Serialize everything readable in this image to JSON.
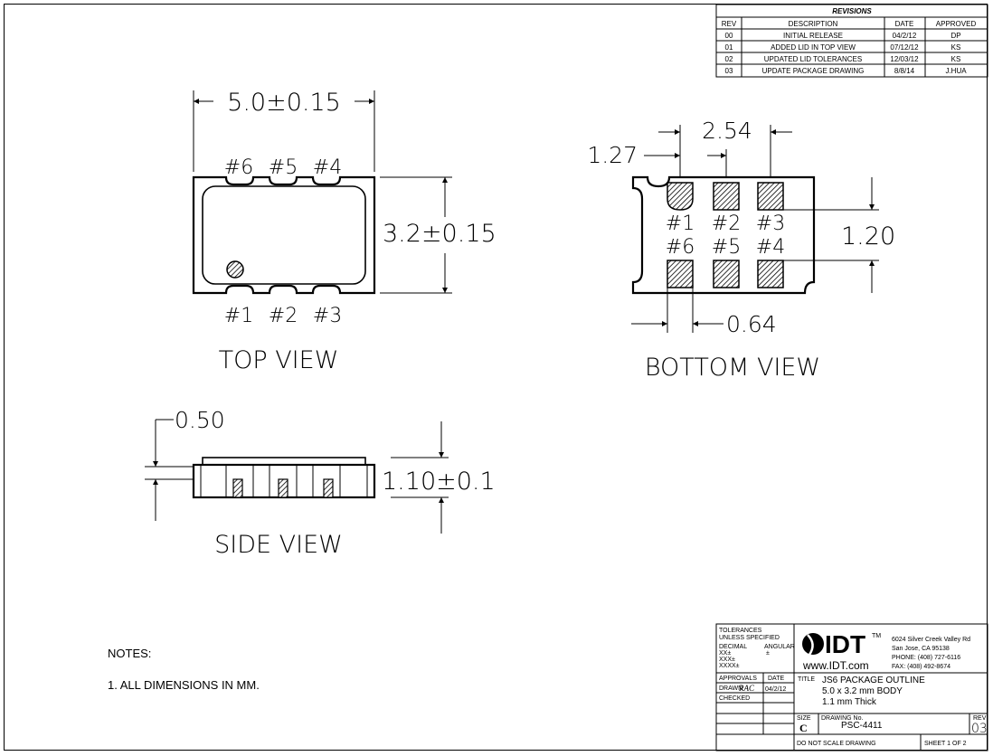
{
  "revisions": {
    "header": "REVISIONS",
    "columns": [
      "REV",
      "DESCRIPTION",
      "DATE",
      "APPROVED"
    ],
    "rows": [
      {
        "rev": "00",
        "description": "INITIAL RELEASE",
        "date": "04/2/12",
        "approved": "DP"
      },
      {
        "rev": "01",
        "description": "ADDED LID IN TOP VIEW",
        "date": "07/12/12",
        "approved": "KS"
      },
      {
        "rev": "02",
        "description": "UPDATED LID TOLERANCES",
        "date": "12/03/12",
        "approved": "KS"
      },
      {
        "rev": "03",
        "description": "UPDATE PACKAGE DRAWING",
        "date": "8/8/14",
        "approved": "J.HUA"
      }
    ]
  },
  "top_view": {
    "width_dim": "5.0±0.15",
    "height_dim": "3.2±0.15",
    "pins_top": [
      "#6",
      "#5",
      "#4"
    ],
    "pins_bottom": [
      "#1",
      "#2",
      "#3"
    ],
    "label": "TOP VIEW"
  },
  "bottom_view": {
    "dim_pitch": "2.54",
    "dim_offset": "1.27",
    "dim_pad_height": "1.20",
    "dim_pad_width": "0.64",
    "pins_row1": [
      "#1",
      "#2",
      "#3"
    ],
    "pins_row2": [
      "#6",
      "#5",
      "#4"
    ],
    "label": "BOTTOM VIEW"
  },
  "side_view": {
    "dim_lid": "0.50",
    "dim_height": "1.10±0.1",
    "label": "SIDE VIEW"
  },
  "notes": {
    "heading": "NOTES:",
    "items": [
      "1. ALL DIMENSIONS IN MM."
    ]
  },
  "title_block": {
    "tolerances": {
      "line1": "TOLERANCES",
      "line2": "UNLESS SPECIFIED",
      "decimal": "DECIMAL",
      "angular": "ANGULAR",
      "xx": "XX±",
      "pm": "±",
      "xxx": "XXX±",
      "xxxx": "XXXX±"
    },
    "logo_text": "IDT",
    "tm": "TM",
    "website": "www.IDT.com",
    "address": [
      "6024 Silver Creek Valley Rd",
      "San Jose, CA 95138",
      "PHONE: (408) 727-6116",
      "FAX: (408) 492-8674"
    ],
    "approvals": "APPROVALS",
    "date_col": "DATE",
    "drawn": "DRAWN",
    "drawn_by": "RAC",
    "drawn_date": "04/2/12",
    "checked": "CHECKED",
    "title_label": "TITLE",
    "title_lines": [
      "JS6 PACKAGE OUTLINE",
      "5.0 x 3.2 mm BODY",
      "1.1 mm Thick"
    ],
    "size_label": "SIZE",
    "size_value": "C",
    "drawing_no_label": "DRAWING No.",
    "drawing_no": "PSC-4411",
    "rev_label": "REV",
    "rev_value": "03",
    "do_not_scale": "DO NOT SCALE DRAWING",
    "sheet": "SHEET 1 OF 2"
  }
}
